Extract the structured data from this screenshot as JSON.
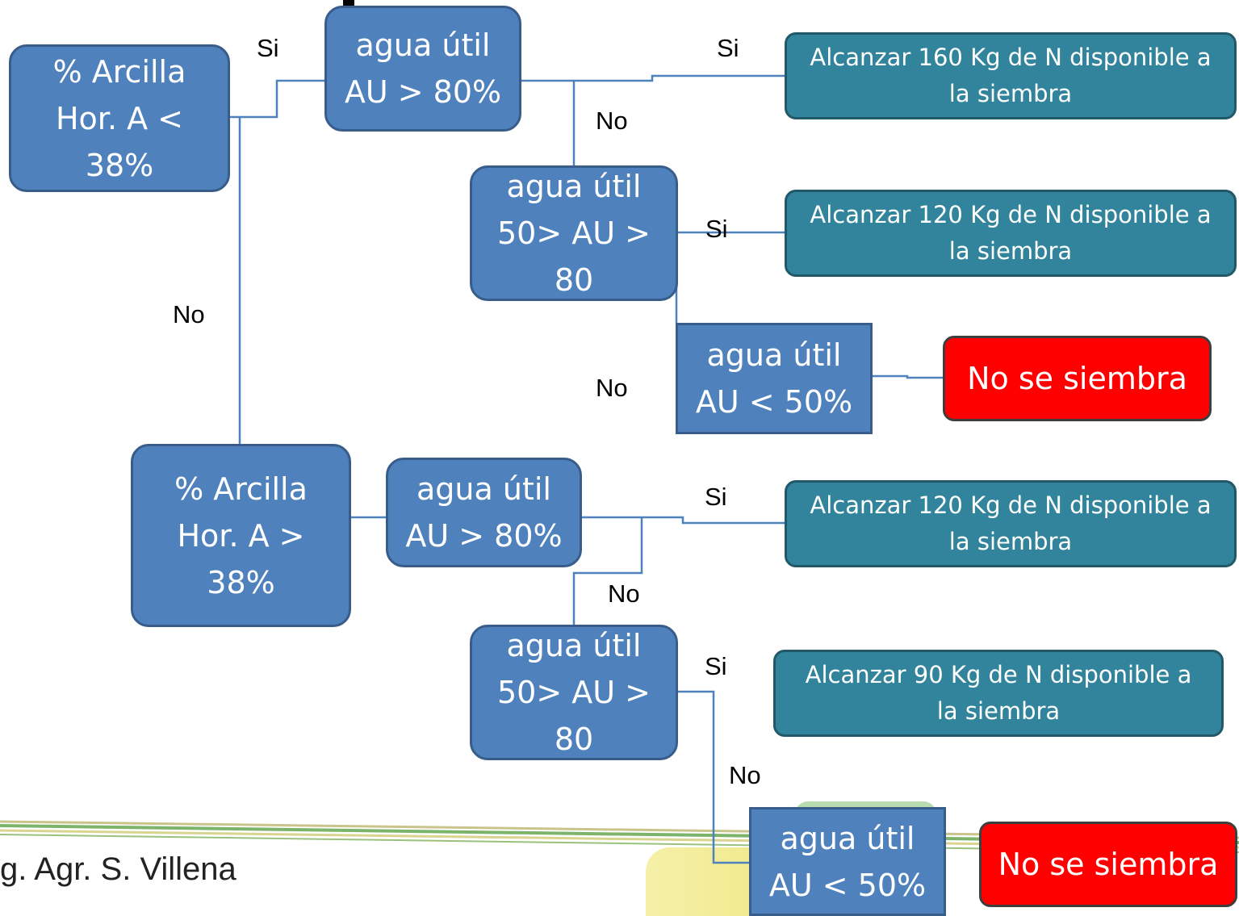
{
  "nodes": {
    "clay_lt": "% Arcilla Hor. A < 38%",
    "clay_gt": "% Arcilla Hor. A > 38%",
    "w1_gt80": "agua útil AU > 80%",
    "w1_mid": "agua útil 50> AU > 80",
    "w1_lt50": "agua útil AU < 50%",
    "w2_gt80": "agua útil AU > 80%",
    "w2_mid": "agua útil 50> AU > 80",
    "w2_lt50": "agua útil AU < 50%"
  },
  "outcomes": {
    "o160": "Alcanzar 160 Kg de N disponible a la siembra",
    "o120a": "Alcanzar 120 Kg de N disponible a la siembra",
    "nosow1": "No se siembra",
    "o120b": "Alcanzar 120 Kg de N disponible a la siembra",
    "o90": "Alcanzar 90 Kg de N disponible a la siembra",
    "nosow2": "No se siembra"
  },
  "edge_labels": {
    "si1": "Si",
    "si2": "Si",
    "no1": "No",
    "si3": "Si",
    "no2": "No",
    "no3": "No",
    "si4": "Si",
    "no4": "No",
    "si5": "Si",
    "no5": "No"
  },
  "footer": {
    "author": "g. Agr. S. Villena"
  },
  "colors": {
    "decision_fill": "#4f81bd",
    "outcome_fill": "#31849b",
    "nosow_fill": "#ff0000",
    "connector": "#4f81bd"
  }
}
